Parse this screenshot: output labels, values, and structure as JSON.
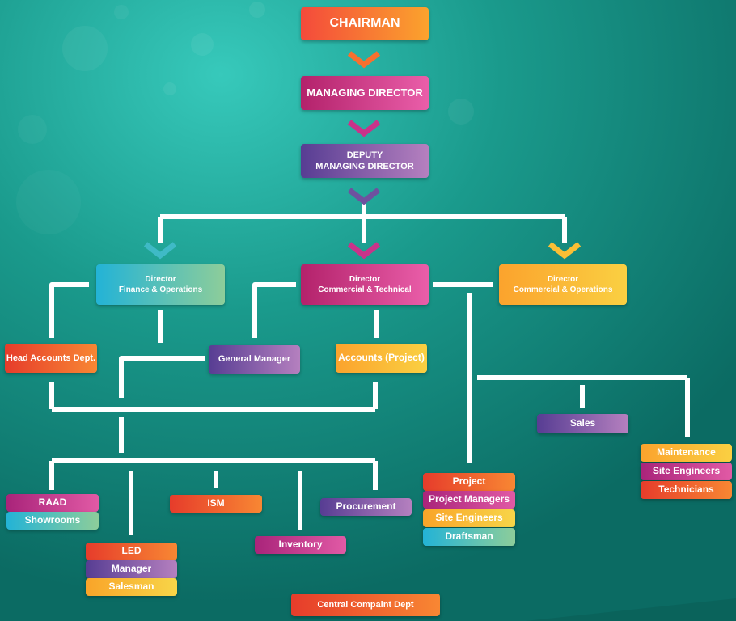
{
  "colors": {
    "orange": "#f7702f",
    "magenta": "#c9338a",
    "purple": "#6e519f",
    "teal": "#3fbac6",
    "yellow": "#fbbf35",
    "background": "#0f7d73",
    "line": "#ffffff"
  },
  "nodes": {
    "chairman": "CHAIRMAN",
    "managing_director": "MANAGING DIRECTOR",
    "deputy_md": {
      "line1": "DEPUTY",
      "line2": "MANAGING DIRECTOR"
    },
    "director_finance": {
      "line1": "Director",
      "line2": "Finance & Operations"
    },
    "director_commercial_technical": {
      "line1": "Director",
      "line2": "Commercial & Technical"
    },
    "director_commercial_operations": {
      "line1": "Director",
      "line2": "Commercial & Operations"
    },
    "head_accounts": "Head Accounts Dept.",
    "general_manager": "General Manager",
    "accounts_project": "Accounts (Project)",
    "sales": "Sales",
    "maintenance": "Maintenance",
    "site_engineers_right": "Site Engineers",
    "technicians": "Technicians",
    "project": "Project",
    "project_managers": "Project Managers",
    "site_engineers_project": "Site Engineers",
    "draftsman": "Draftsman",
    "raad": "RAAD",
    "showrooms": "Showrooms",
    "ism": "ISM",
    "procurement": "Procurement",
    "inventory": "Inventory",
    "led": "LED",
    "led_manager": "Manager",
    "salesman": "Salesman",
    "central_complaint": "Central Compaint Dept"
  },
  "icons": {
    "chevron": "chevron-down-icon"
  }
}
